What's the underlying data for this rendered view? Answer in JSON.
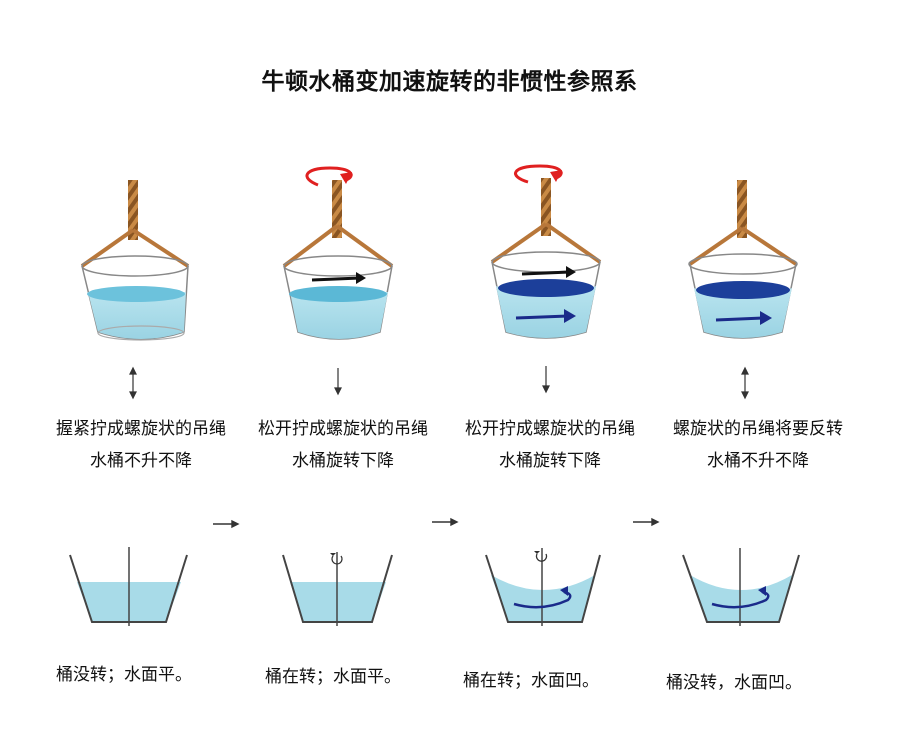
{
  "title": "牛顿水桶变加速旋转的非惯性参照系",
  "stages": [
    {
      "line1": "握紧拧成螺旋状的吊绳",
      "line2": "水桶不升不降",
      "bottom": "桶没转；水面平。"
    },
    {
      "line1": "松开拧成螺旋状的吊绳",
      "line2": "水桶旋转下降",
      "bottom": "桶在转；水面平。"
    },
    {
      "line1": "松开拧成螺旋状的吊绳",
      "line2": "水桶旋转下降",
      "bottom": "桶在转；水面凹。"
    },
    {
      "line1": "螺旋状的吊绳将要反转",
      "line2": "水桶不升不降",
      "bottom": "桶没转，水面凹。"
    }
  ],
  "colors": {
    "water": "#a8dbe8",
    "water_surface": "#5bb8d6",
    "rope": "#c07a3a",
    "spin_arrow": "#e02020",
    "flow_arrow": "#1a2a8a"
  }
}
